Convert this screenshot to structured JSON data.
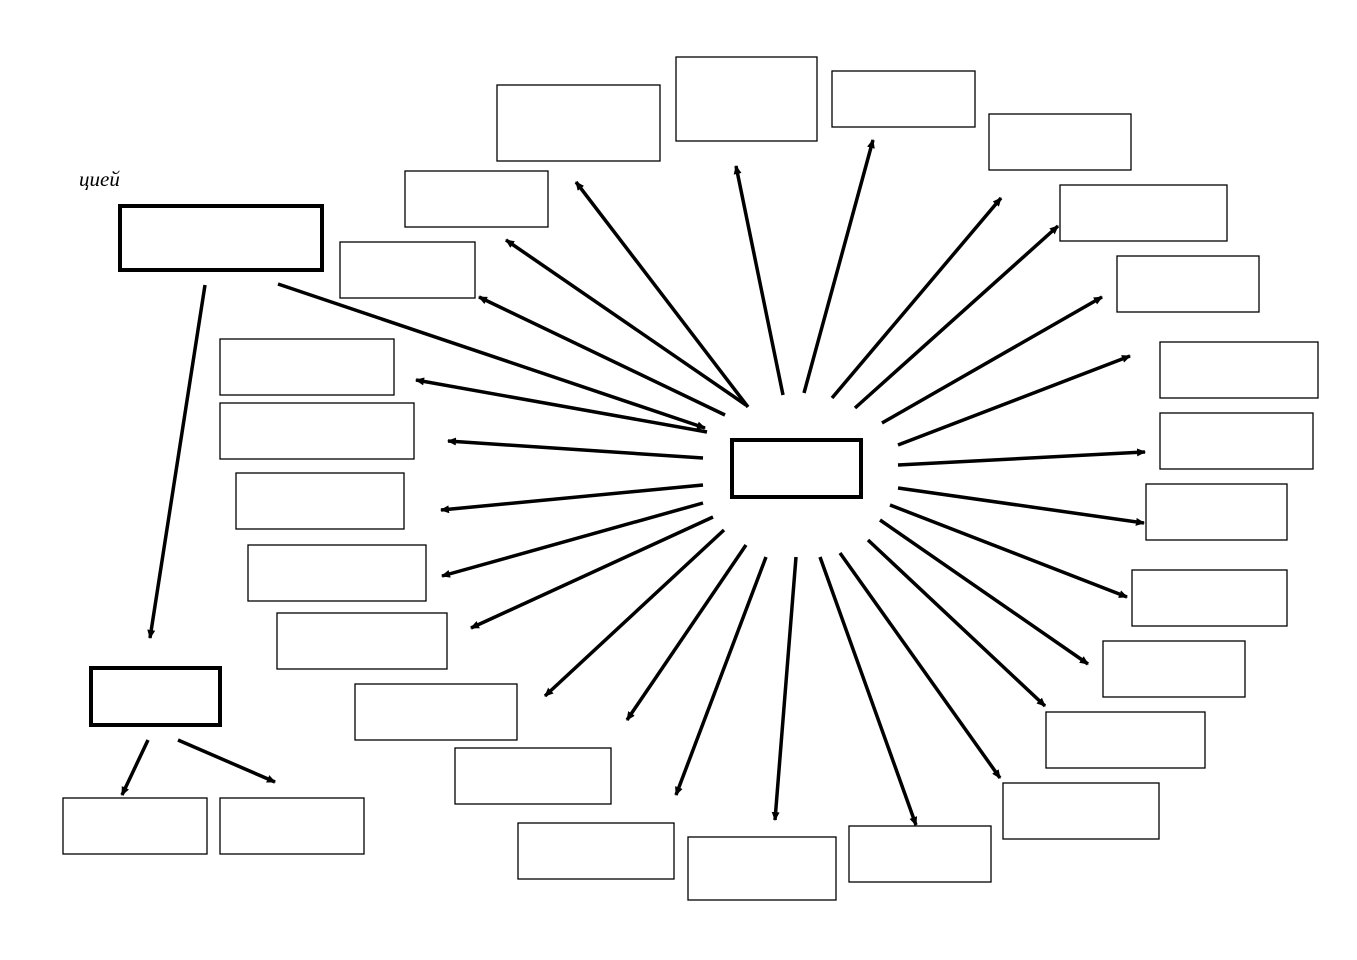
{
  "caption": "цией",
  "colors": {
    "stroke": "#000000",
    "background": "#ffffff"
  },
  "diagram": {
    "hub": {
      "name": "central-hub-box",
      "label": ""
    },
    "source": {
      "name": "source-box",
      "label": ""
    },
    "subhub": {
      "name": "sub-hub-box",
      "label": ""
    },
    "spoke_boxes": [
      {
        "label": ""
      },
      {
        "label": ""
      },
      {
        "label": ""
      },
      {
        "label": ""
      },
      {
        "label": ""
      },
      {
        "label": ""
      },
      {
        "label": ""
      },
      {
        "label": ""
      },
      {
        "label": ""
      },
      {
        "label": ""
      },
      {
        "label": ""
      },
      {
        "label": ""
      },
      {
        "label": ""
      },
      {
        "label": ""
      },
      {
        "label": ""
      },
      {
        "label": ""
      },
      {
        "label": ""
      },
      {
        "label": ""
      },
      {
        "label": ""
      },
      {
        "label": ""
      },
      {
        "label": ""
      },
      {
        "label": ""
      },
      {
        "label": ""
      },
      {
        "label": ""
      },
      {
        "label": ""
      },
      {
        "label": ""
      },
      {
        "label": ""
      },
      {
        "label": ""
      },
      {
        "label": ""
      }
    ],
    "child_boxes": [
      {
        "label": ""
      },
      {
        "label": ""
      }
    ]
  }
}
